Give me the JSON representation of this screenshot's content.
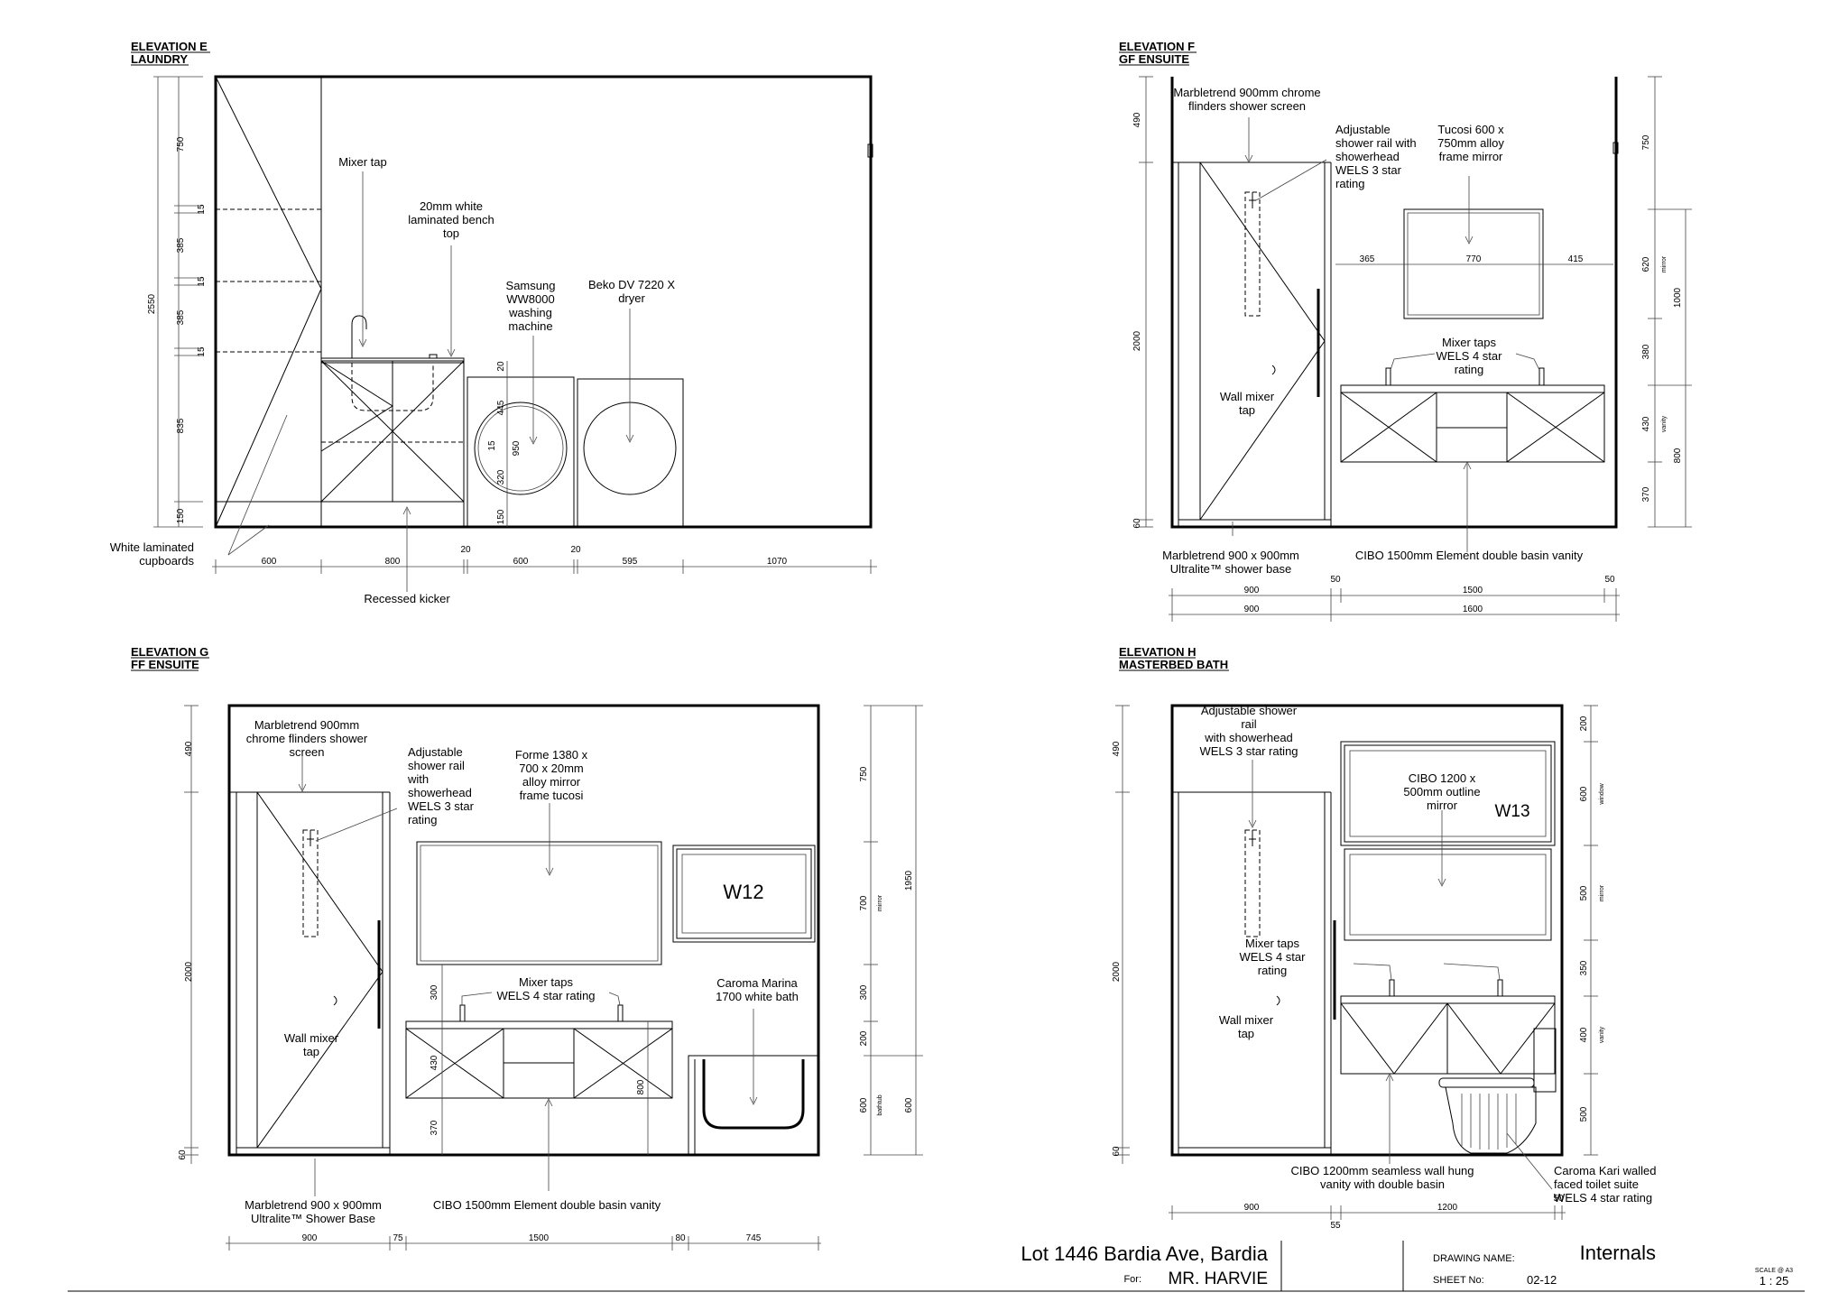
{
  "elev_e": {
    "title": "ELEVATION E",
    "subtitle": "LAUNDRY",
    "notes": {
      "mixer_tap": "Mixer tap",
      "bench_top": [
        "20mm white",
        "laminated bench",
        "top"
      ],
      "washing_machine": [
        "Samsung",
        "WW8000",
        "washing",
        "machine"
      ],
      "dryer": [
        "Beko DV 7220 X",
        "dryer"
      ],
      "cupboards": [
        "White laminated",
        "cupboards"
      ],
      "kicker": "Recessed kicker"
    },
    "dims_left": [
      "750",
      "15",
      "385",
      "15",
      "385",
      "15",
      "835",
      "150"
    ],
    "dim_total": "2550",
    "dims_bottom": [
      "600",
      "800",
      "20",
      "600",
      "20",
      "595",
      "1070"
    ],
    "dims_machine": [
      "20",
      "445",
      "15",
      "950",
      "320",
      "150"
    ]
  },
  "elev_f": {
    "title": "ELEVATION F",
    "subtitle": "GF ENSUITE",
    "notes": {
      "screen": [
        "Marbletrend 900mm chrome",
        "flinders shower screen"
      ],
      "shower_rail": [
        "Adjustable",
        "shower rail with",
        "showerhead",
        "WELS 3 star",
        "rating"
      ],
      "mirror": [
        "Tucosi 600 x",
        "750mm alloy",
        "frame mirror"
      ],
      "taps": [
        "Mixer taps",
        "WELS 4 star",
        "rating"
      ],
      "wall_tap": [
        "Wall mixer",
        "tap"
      ],
      "base": [
        "Marbletrend 900 x 900mm",
        "Ultralite™ shower base"
      ],
      "vanity": "CIBO 1500mm Element double basin vanity"
    },
    "dims_left": [
      "490",
      "2000",
      "60"
    ],
    "dims_mirror": [
      "365",
      "770",
      "415"
    ],
    "dims_right": [
      "750",
      "620",
      "mirror",
      "380",
      "430",
      "vanity",
      "370"
    ],
    "dims_far_right": [
      "1000",
      "800"
    ],
    "dims_bottom": [
      "900",
      "50",
      "1500",
      "50"
    ],
    "dims_bottom2": [
      "900",
      "1600"
    ]
  },
  "elev_g": {
    "title": "ELEVATION G",
    "subtitle": "FF ENSUITE",
    "notes": {
      "screen": [
        "Marbletrend 900mm",
        "chrome flinders shower",
        "screen"
      ],
      "shower_rail": [
        "Adjustable",
        "shower rail",
        "with",
        "showerhead",
        "WELS 3 star",
        "rating"
      ],
      "mirror": [
        "Forme 1380 x",
        "700 x 20mm",
        "alloy mirror",
        "frame tucosi"
      ],
      "taps": [
        "Mixer taps",
        "WELS 4 star rating"
      ],
      "bath": [
        "Caroma Marina",
        "1700 white bath"
      ],
      "wall_tap": [
        "Wall mixer",
        "tap"
      ],
      "base": [
        "Marbletrend 900 x 900mm",
        "Ultralite™ Shower Base"
      ],
      "vanity": "CIBO 1500mm Element double basin vanity",
      "window": "W12"
    },
    "dims_left": [
      "490",
      "2000",
      "60"
    ],
    "dims_inner": [
      "300",
      "430",
      "370",
      "800"
    ],
    "dims_right": [
      "750",
      "700",
      "mirror",
      "300",
      "200",
      "600",
      "bathtub"
    ],
    "dims_far_right": [
      "1950",
      "600"
    ],
    "dims_bottom": [
      "900",
      "75",
      "1500",
      "80",
      "745"
    ]
  },
  "elev_h": {
    "title": "ELEVATION H",
    "subtitle": "MASTERBED BATH",
    "notes": {
      "shower_rail": [
        "Adjustable shower",
        "rail",
        "with showerhead",
        "WELS 3 star rating"
      ],
      "mirror": [
        "CIBO 1200 x",
        "500mm outline",
        "mirror"
      ],
      "window": "W13",
      "taps": [
        "Mixer taps",
        "WELS 4 star",
        "rating"
      ],
      "wall_tap": [
        "Wall mixer",
        "tap"
      ],
      "vanity": [
        "CIBO 1200mm seamless wall hung",
        "vanity with double basin"
      ],
      "toilet": [
        "Caroma Kari walled",
        "faced toilet suite",
        "WELS 4 star rating"
      ]
    },
    "dims_left": [
      "490",
      "2000",
      "60"
    ],
    "dims_right": [
      "200",
      "600",
      "window",
      "500",
      "mirror",
      "350",
      "400",
      "vanity",
      "500"
    ],
    "dims_bottom": [
      "900",
      "1200",
      "50",
      "55"
    ]
  },
  "title_block": {
    "project": "Lot 1446 Bardia Ave, Bardia",
    "for_label": "For:",
    "client": "MR. HARVIE",
    "drawing_name_label": "DRAWING NAME:",
    "drawing_name": "Internals",
    "sheet_no_label": "SHEET No:",
    "sheet_no": "02-12",
    "scale_label": "SCALE @ A3",
    "scale": "1 : 25"
  }
}
